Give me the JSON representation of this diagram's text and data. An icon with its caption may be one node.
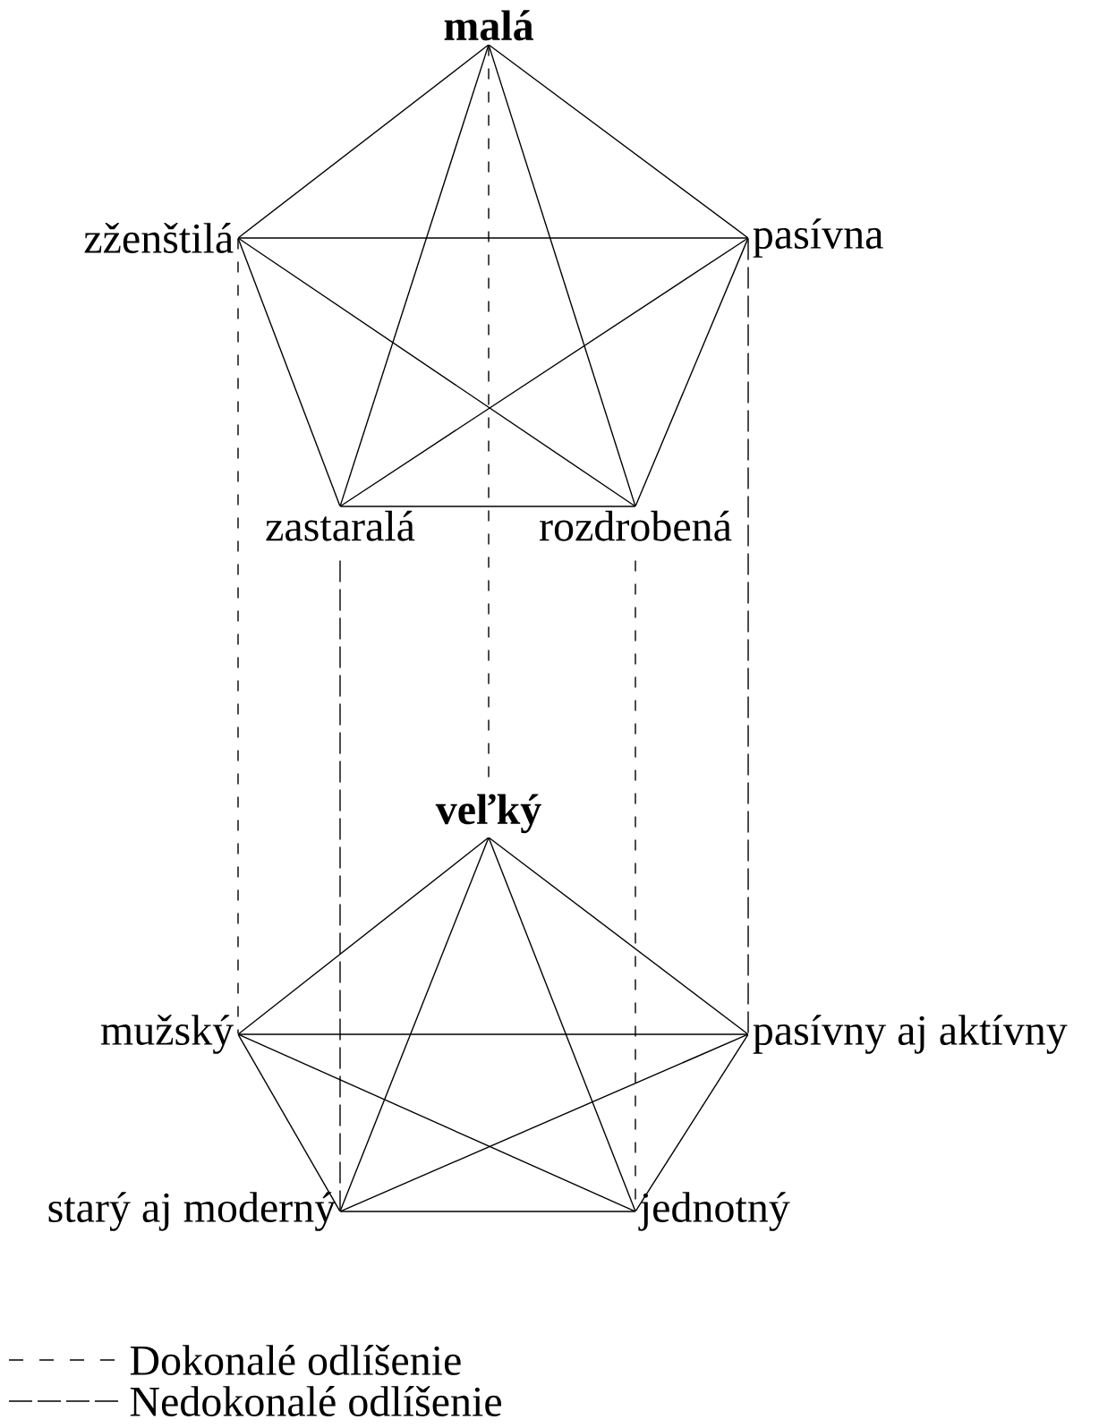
{
  "diagram": {
    "nodes": [
      {
        "text": [
          "malá"
        ]
      },
      {
        "text": [
          "zženštilá"
        ]
      },
      {
        "text": [
          "pasívna"
        ]
      },
      {
        "text": [
          "zastaralá"
        ]
      },
      {
        "text": [
          "rozdrobená"
        ]
      },
      {
        "text": [
          "veľký"
        ]
      },
      {
        "text": [
          "mužský"
        ]
      },
      {
        "text": [
          "pasívny aj aktívny"
        ]
      },
      {
        "text": [
          "starý aj moderný"
        ]
      },
      {
        "text": [
          "jednotný"
        ]
      }
    ],
    "edges": [
      {
        "from": 0,
        "to": 1,
        "arrow": "none"
      },
      {
        "from": 0,
        "to": 2,
        "arrow": "none"
      },
      {
        "from": 0,
        "to": 3,
        "arrow": "none"
      },
      {
        "from": 0,
        "to": 4,
        "arrow": "none"
      },
      {
        "from": 1,
        "to": 2,
        "arrow": "none"
      },
      {
        "from": 1,
        "to": 3,
        "arrow": "none"
      },
      {
        "from": 1,
        "to": 4,
        "arrow": "none"
      },
      {
        "from": 2,
        "to": 3,
        "arrow": "none"
      },
      {
        "from": 2,
        "to": 4,
        "arrow": "none"
      },
      {
        "from": 3,
        "to": 4,
        "arrow": "none"
      },
      {
        "from": 5,
        "to": 6,
        "arrow": "none"
      },
      {
        "from": 5,
        "to": 7,
        "arrow": "none"
      },
      {
        "from": 5,
        "to": 8,
        "arrow": "none"
      },
      {
        "from": 5,
        "to": 9,
        "arrow": "none"
      },
      {
        "from": 6,
        "to": 7,
        "arrow": "none"
      },
      {
        "from": 6,
        "to": 8,
        "arrow": "none"
      },
      {
        "from": 6,
        "to": 9,
        "arrow": "none"
      },
      {
        "from": 7,
        "to": 8,
        "arrow": "none"
      },
      {
        "from": 7,
        "to": 9,
        "arrow": "none"
      },
      {
        "from": 8,
        "to": 9,
        "arrow": "none"
      },
      {
        "from": 1,
        "to": 6,
        "arrow": "none",
        "style": "dashed"
      },
      {
        "from": 0,
        "to": 5,
        "arrow": "none",
        "style": "dashed"
      },
      {
        "from": 4,
        "to": 9,
        "arrow": "none",
        "style": "dashed"
      },
      {
        "from": 3,
        "to": 8,
        "arrow": "none",
        "style": "dashed"
      },
      {
        "from": 2,
        "to": 7,
        "arrow": "none",
        "style": "dashed"
      }
    ],
    "legend": [
      {
        "text": "Dokonalé odlíšenie"
      },
      {
        "text": "Nedokonalé odlíšenie"
      }
    ]
  }
}
